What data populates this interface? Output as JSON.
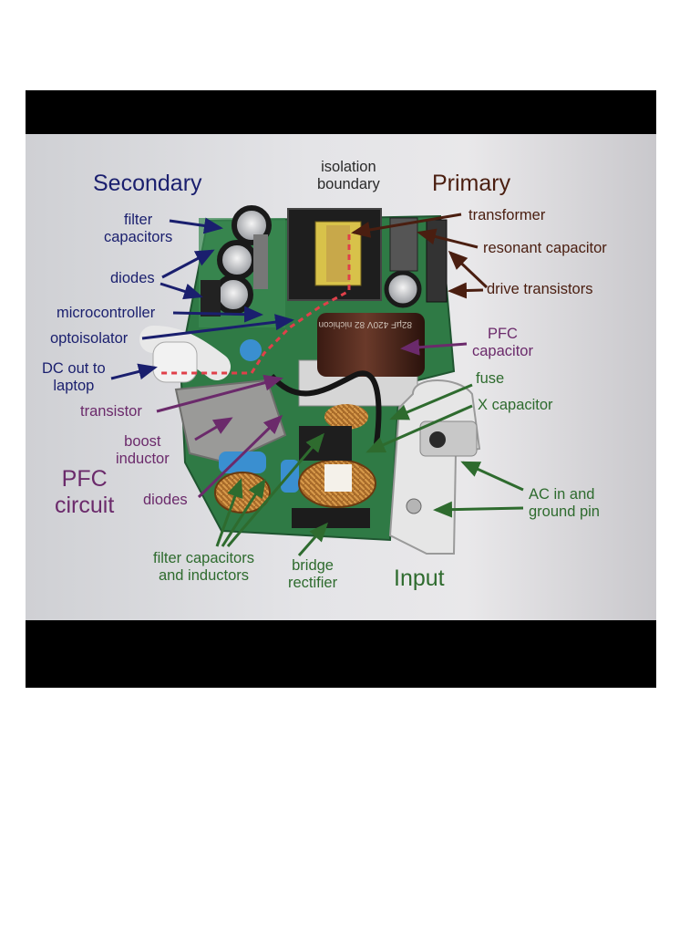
{
  "colors": {
    "secondary": "#1a1f6e",
    "primary": "#4a1e10",
    "pfc": "#6b2a6b",
    "input": "#2e6b2e",
    "isolation_line": "#e0404a"
  },
  "headings": {
    "secondary": "Secondary",
    "primary": "Primary",
    "pfc_circuit_line1": "PFC",
    "pfc_circuit_line2": "circuit",
    "input": "Input"
  },
  "labels": {
    "isolation_boundary_l1": "isolation",
    "isolation_boundary_l2": "boundary",
    "filter_capacitors_l1": "filter",
    "filter_capacitors_l2": "capacitors",
    "diodes_secondary": "diodes",
    "microcontroller": "microcontroller",
    "optoisolator": "optoisolator",
    "dc_out_l1": "DC out to",
    "dc_out_l2": "laptop",
    "transistor": "transistor",
    "boost_inductor_l1": "boost",
    "boost_inductor_l2": "inductor",
    "diodes_pfc": "diodes",
    "transformer": "transformer",
    "resonant_capacitor": "resonant capacitor",
    "drive_transistors": "drive transistors",
    "pfc_capacitor_l1": "PFC",
    "pfc_capacitor_l2": "capacitor",
    "fuse": "fuse",
    "x_capacitor": "X capacitor",
    "ac_in_l1": "AC in and",
    "ac_in_l2": "ground pin",
    "filter_caps_inductors_l1": "filter capacitors",
    "filter_caps_inductors_l2": "and inductors",
    "bridge_rectifier_l1": "bridge",
    "bridge_rectifier_l2": "rectifier"
  },
  "component_print": "82µF 420V 82 nichicon"
}
